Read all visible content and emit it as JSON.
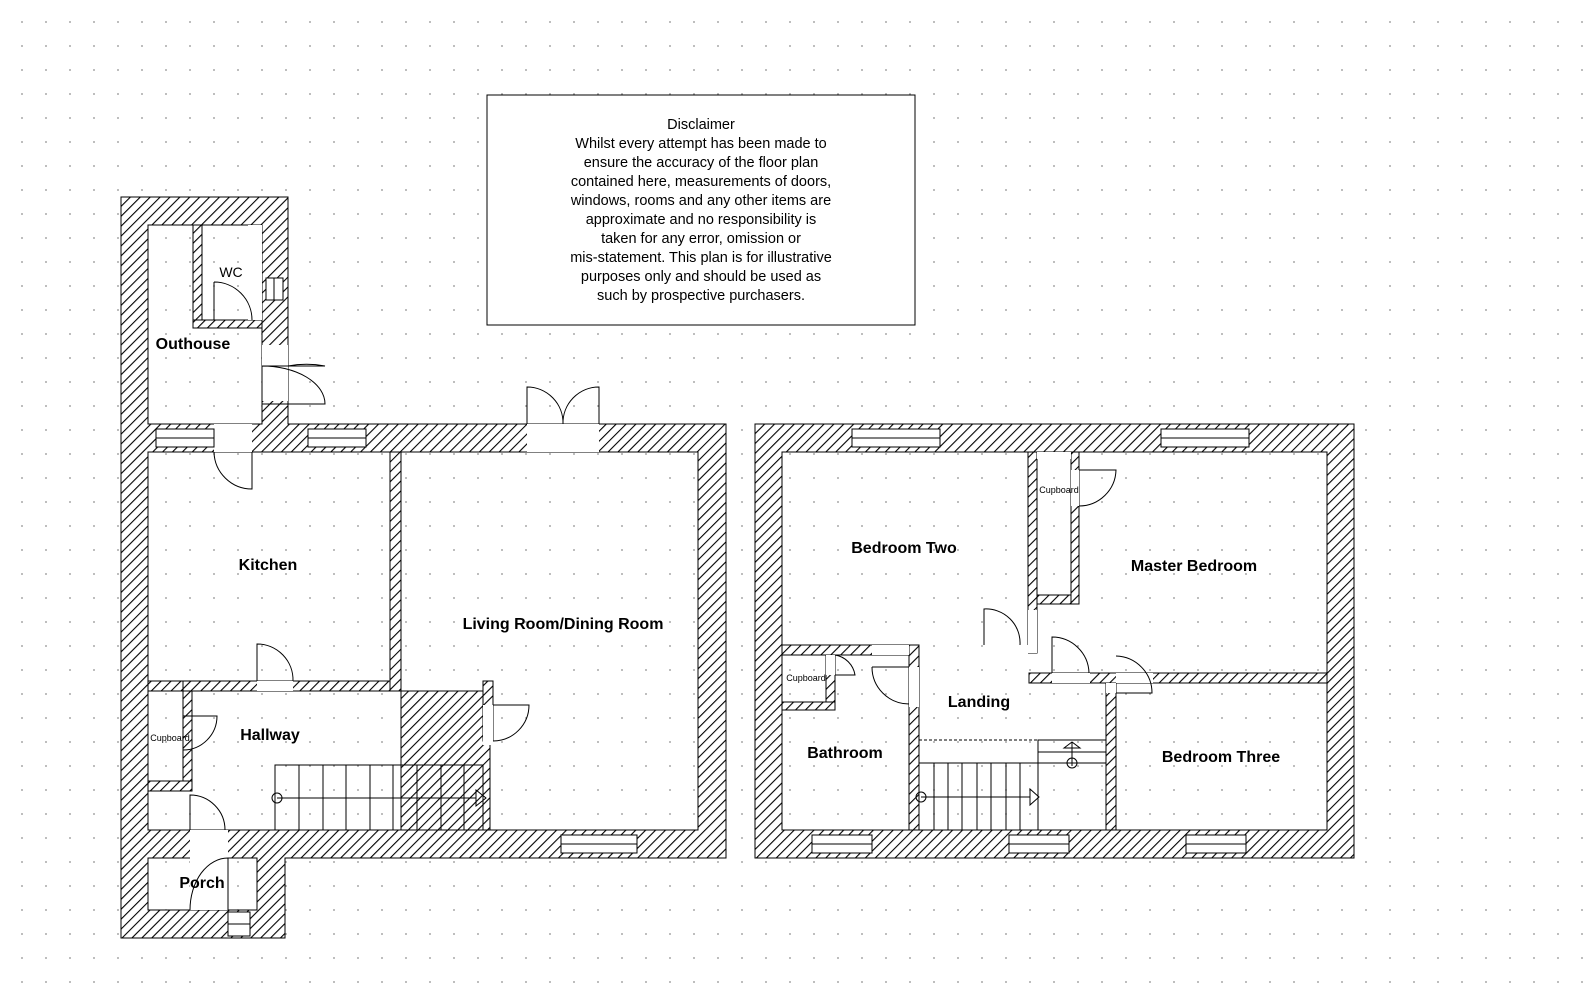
{
  "disclaimer": {
    "title": "Disclaimer",
    "lines": [
      "Whilst every attempt has been made to",
      "ensure the accuracy of the floor plan",
      "contained here, measurements of doors,",
      "windows, rooms and any other items are",
      "approximate and no responsibility is",
      "taken for any error, omission or",
      "mis-statement. This plan is for illustrative",
      "purposes only and should be used as",
      "such by prospective purchasers."
    ]
  },
  "ground_floor": {
    "wc": "WC",
    "outhouse": "Outhouse",
    "kitchen": "Kitchen",
    "living_room": "Living Room/Dining Room",
    "cupboard": "Cupboard",
    "hallway": "Hallway",
    "porch": "Porch"
  },
  "first_floor": {
    "bedroom_two": "Bedroom Two",
    "cupboard_master": "Cupboard",
    "master_bedroom": "Master Bedroom",
    "cupboard_bathroom": "Cupboard",
    "landing": "Landing",
    "bathroom": "Bathroom",
    "bedroom_three": "Bedroom Three"
  }
}
